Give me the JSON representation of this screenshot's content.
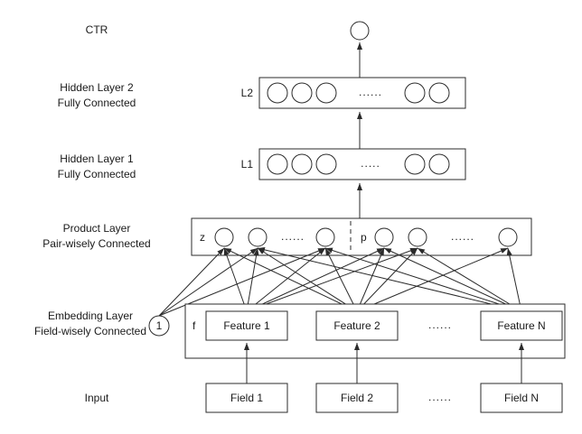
{
  "layers": {
    "ctr_label": "CTR",
    "hidden2_title": "Hidden Layer 2",
    "hidden2_sub": "Fully Connected",
    "hidden1_title": "Hidden Layer 1",
    "hidden1_sub": "Fully Connected",
    "product_title": "Product Layer",
    "product_sub": "Pair-wisely Connected",
    "embedding_title": "Embedding Layer",
    "embedding_sub": "Field-wisely Connected",
    "input_label": "Input"
  },
  "tags": {
    "l2": "L2",
    "l1": "L1",
    "z": "z",
    "p": "p",
    "f": "f",
    "one": "1"
  },
  "dots": {
    "l2": "......",
    "l1": ".....",
    "product_z": "......",
    "product_p": "......",
    "features": "......",
    "fields": "......"
  },
  "features": [
    "Feature 1",
    "Feature 2",
    "Feature N"
  ],
  "fields": [
    "Field 1",
    "Field 2",
    "Field N"
  ]
}
